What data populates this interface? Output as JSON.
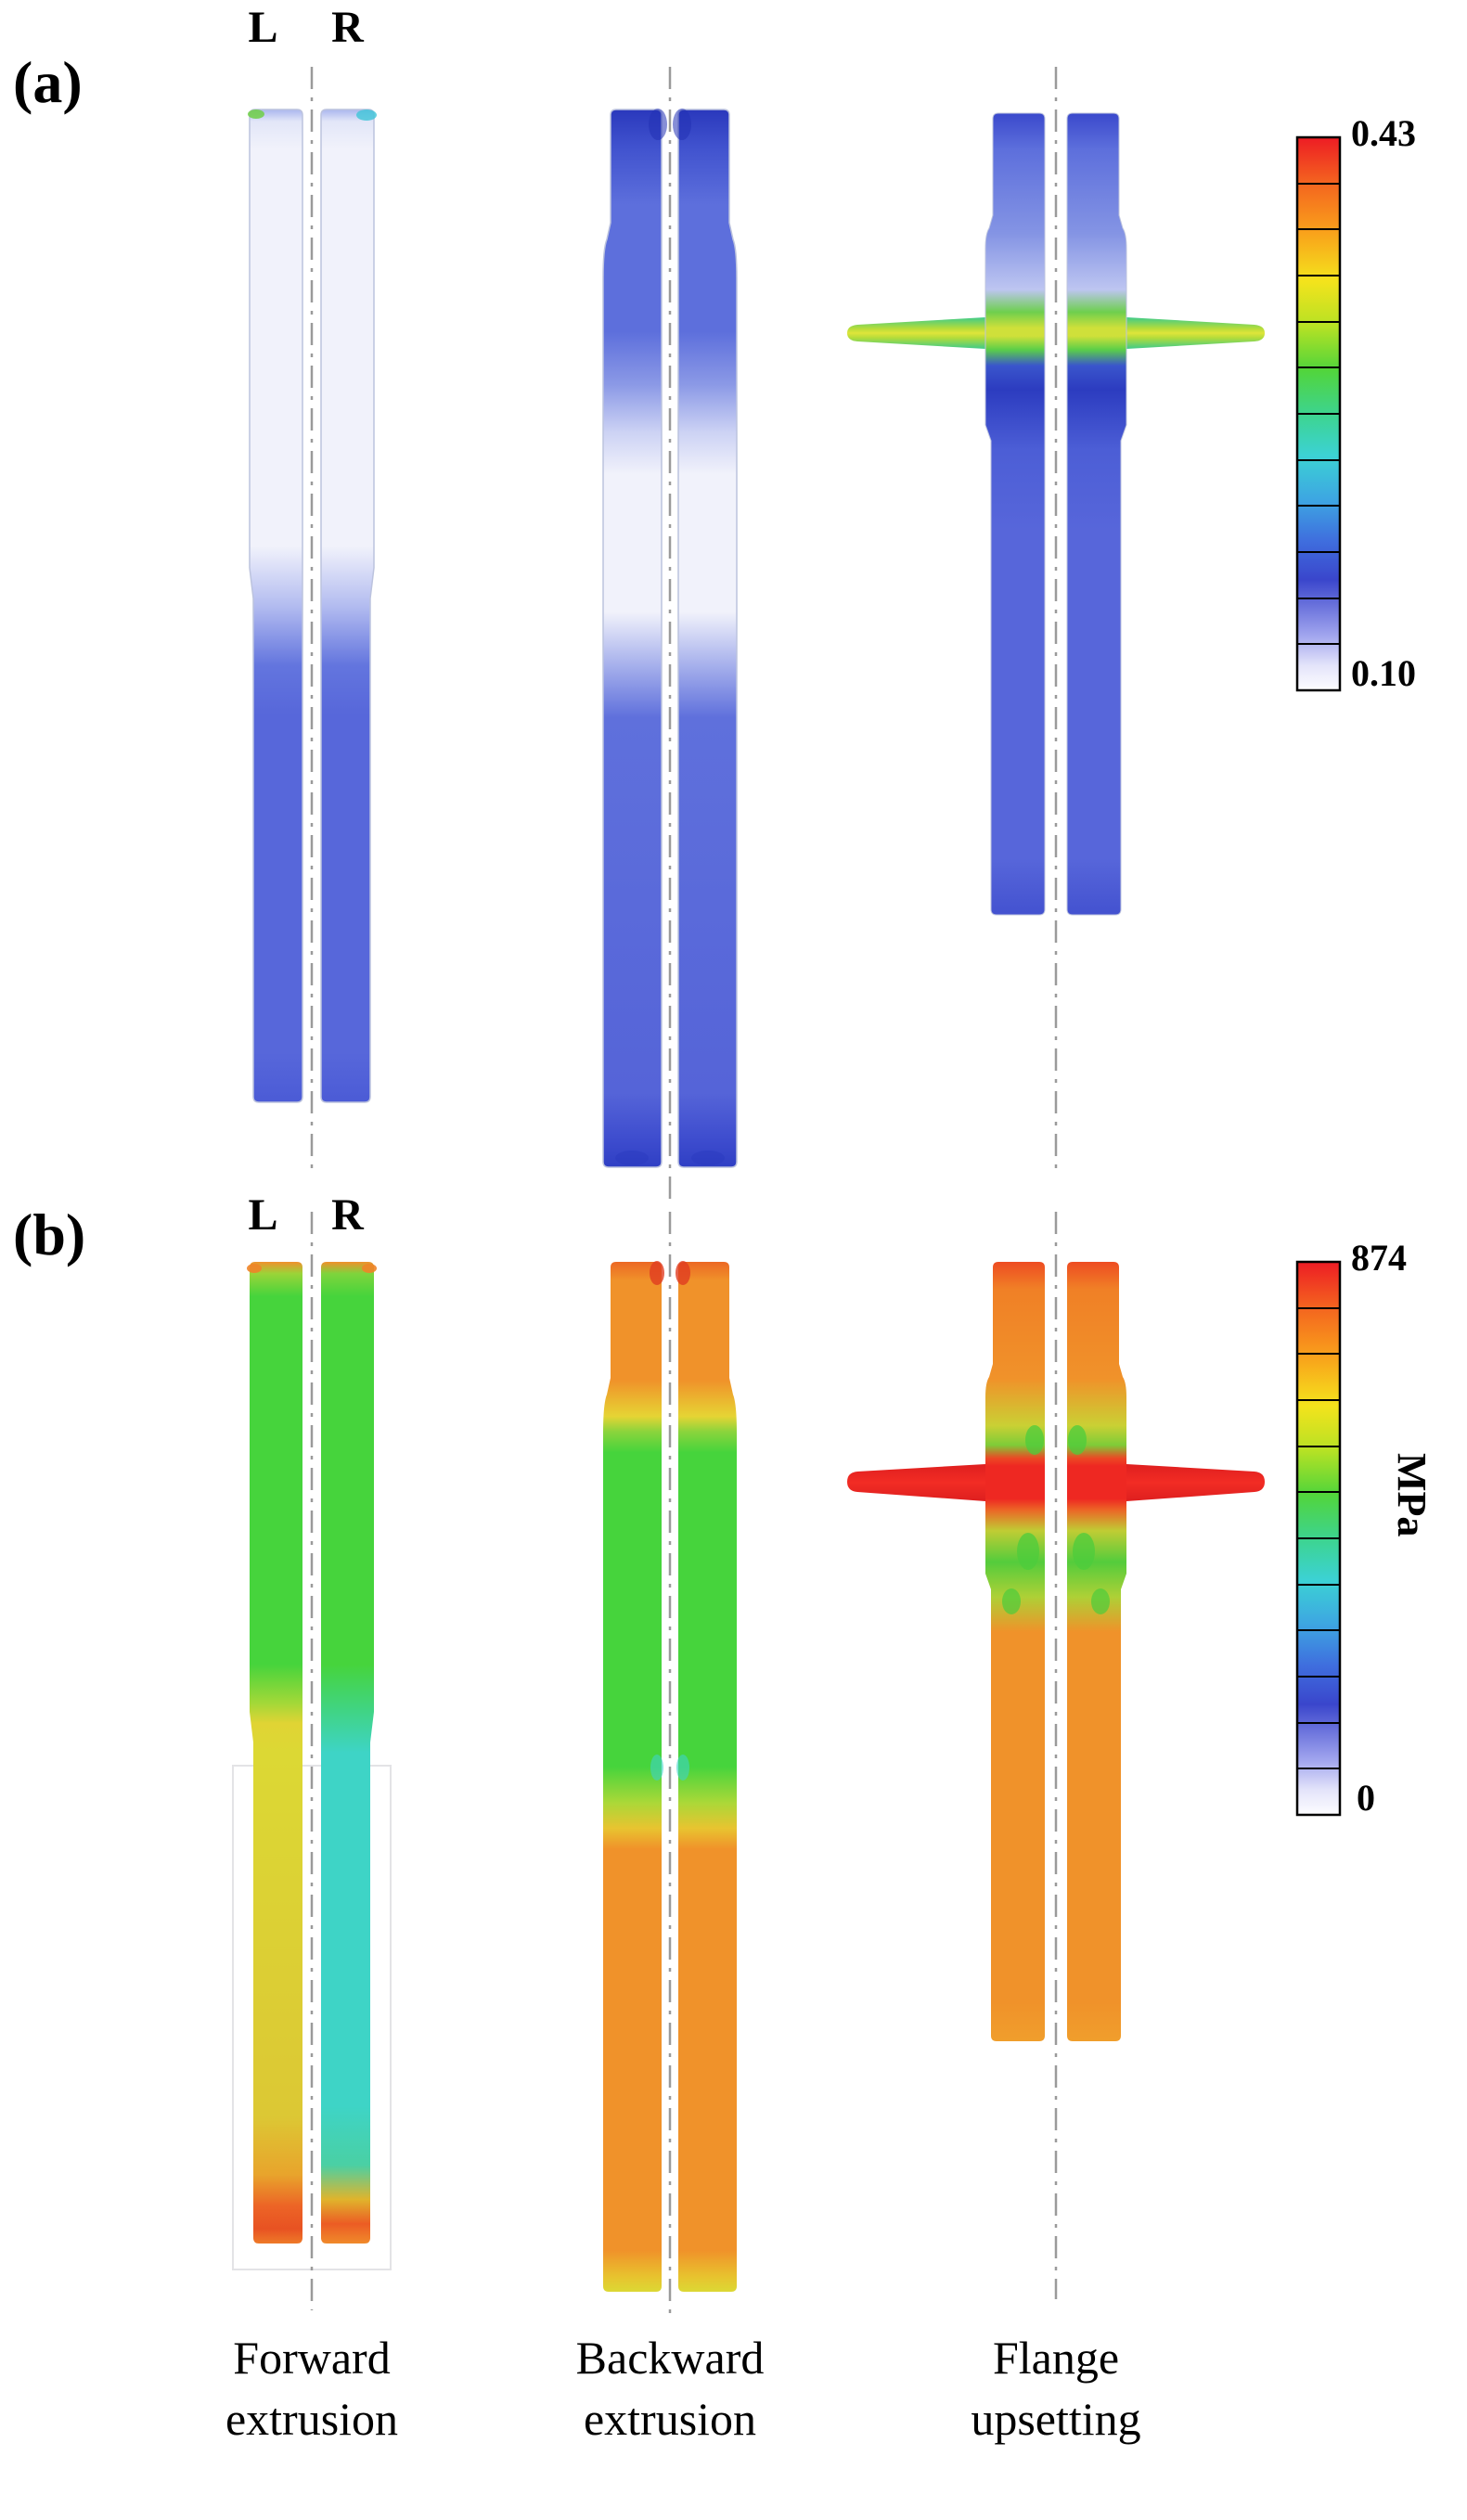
{
  "figure": {
    "panel_a": {
      "label": "(a)",
      "marker_left": "L",
      "marker_right": "R",
      "colorbar": {
        "max_label": "0.43",
        "min_label": "0.10"
      }
    },
    "panel_b": {
      "label": "(b)",
      "marker_left": "L",
      "marker_right": "R",
      "colorbar": {
        "max_label": "874",
        "min_label": "0",
        "unit": "MPa"
      }
    },
    "captions": [
      {
        "lines": [
          "Forward",
          "extrusion"
        ]
      },
      {
        "lines": [
          "Backward",
          "extrusion"
        ]
      },
      {
        "lines": [
          "Flange",
          "upsetting"
        ]
      }
    ],
    "chart_data": {
      "type": "heatmap",
      "description_a": "Contour maps row (a): scale 0.10 (white) to 0.43 (red)",
      "description_b": "Contour maps row (b): stress scale 0 (white) to 874 MPa (red)",
      "stages": [
        "Forward extrusion",
        "Backward extrusion",
        "Flange upsetting"
      ],
      "colorbar_a_range": [
        0.1,
        0.43
      ],
      "colorbar_b_range": [
        0,
        874
      ],
      "colorbar_b_unit": "MPa"
    },
    "colors": {
      "scale_high_red": "#ed1c24",
      "scale_low_white": "#fdfdff",
      "strain_blue": "#5767da",
      "pale_strain": "#f1f2fb",
      "stress_orange": "#f0922a",
      "stress_green": "#46d43c",
      "stress_yellow": "#dcd834",
      "stress_cyan": "#3ed4c6",
      "flange_red": "#ee2822",
      "centerline_gray": "#9a9a9a"
    }
  }
}
